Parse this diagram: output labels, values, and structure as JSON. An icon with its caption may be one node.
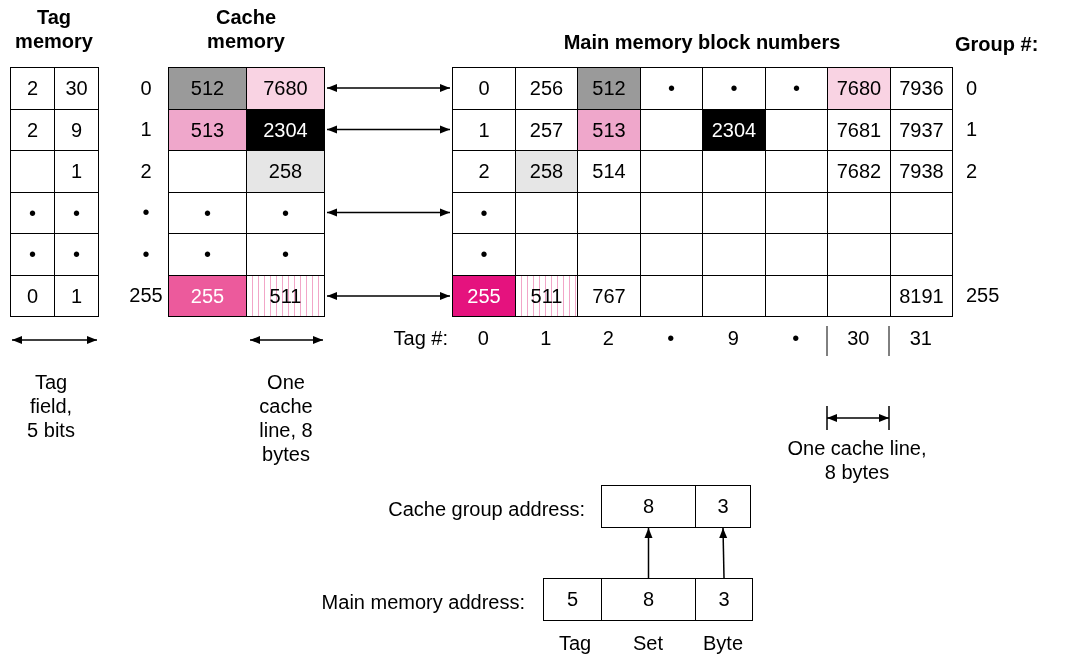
{
  "diagram": {
    "nodes": [
      {
        "text": [
          "Tag memory"
        ]
      },
      {
        "text": [
          "2"
        ],
        "in": 0
      },
      {
        "text": [
          "30"
        ],
        "in": 0
      },
      {
        "text": [
          "2"
        ],
        "in": 0
      },
      {
        "text": [
          "9"
        ],
        "in": 0
      },
      {
        "text": [],
        "shape": "box",
        "in": 0
      },
      {
        "text": [
          "1"
        ],
        "in": 0
      },
      {
        "text": [
          "•"
        ],
        "in": 0
      },
      {
        "text": [
          "•"
        ],
        "in": 0
      },
      {
        "text": [
          "•"
        ],
        "in": 0
      },
      {
        "text": [
          "•"
        ],
        "in": 0
      },
      {
        "text": [
          "0"
        ],
        "in": 0
      },
      {
        "text": [
          "1"
        ],
        "in": 0
      },
      {
        "text": [
          "Cache memory"
        ]
      },
      {
        "text": [
          "512"
        ],
        "in": 13
      },
      {
        "text": [
          "7680"
        ],
        "in": 13
      },
      {
        "text": [
          "513"
        ],
        "in": 13
      },
      {
        "text": [
          "2304"
        ],
        "in": 13
      },
      {
        "text": [],
        "shape": "box",
        "in": 13
      },
      {
        "text": [
          "258"
        ],
        "in": 13
      },
      {
        "text": [
          "•"
        ],
        "in": 13
      },
      {
        "text": [
          "•"
        ],
        "in": 13
      },
      {
        "text": [
          "•"
        ],
        "in": 13
      },
      {
        "text": [
          "•"
        ],
        "in": 13
      },
      {
        "text": [
          "255"
        ],
        "in": 13
      },
      {
        "text": [
          "511"
        ],
        "in": 13
      },
      {
        "text": [
          "Main memory block numbers"
        ]
      },
      {
        "text": [
          "0"
        ],
        "in": 26
      },
      {
        "text": [
          "256"
        ],
        "in": 26
      },
      {
        "text": [
          "512"
        ],
        "in": 26
      },
      {
        "text": [
          "•"
        ],
        "in": 26
      },
      {
        "text": [
          "•"
        ],
        "in": 26
      },
      {
        "text": [
          "•"
        ],
        "in": 26
      },
      {
        "text": [
          "7680"
        ],
        "in": 26
      },
      {
        "text": [
          "7936"
        ],
        "in": 26
      },
      {
        "text": [
          "1"
        ],
        "in": 26
      },
      {
        "text": [
          "257"
        ],
        "in": 26
      },
      {
        "text": [
          "513"
        ],
        "in": 26
      },
      {
        "text": [],
        "shape": "box",
        "in": 26
      },
      {
        "text": [
          "2304"
        ],
        "in": 26
      },
      {
        "text": [],
        "shape": "box",
        "in": 26
      },
      {
        "text": [
          "7681"
        ],
        "in": 26
      },
      {
        "text": [
          "7937"
        ],
        "in": 26
      },
      {
        "text": [
          "2"
        ],
        "in": 26
      },
      {
        "text": [
          "258"
        ],
        "in": 26
      },
      {
        "text": [
          "514"
        ],
        "in": 26
      },
      {
        "text": [],
        "shape": "box",
        "in": 26
      },
      {
        "text": [],
        "shape": "box",
        "in": 26
      },
      {
        "text": [],
        "shape": "box",
        "in": 26
      },
      {
        "text": [
          "7682"
        ],
        "in": 26
      },
      {
        "text": [
          "7938"
        ],
        "in": 26
      },
      {
        "text": [
          "•"
        ],
        "in": 26
      },
      {
        "text": [],
        "shape": "box",
        "in": 26
      },
      {
        "text": [],
        "shape": "box",
        "in": 26
      },
      {
        "text": [],
        "shape": "box",
        "in": 26
      },
      {
        "text": [],
        "shape": "box",
        "in": 26
      },
      {
        "text": [],
        "shape": "box",
        "in": 26
      },
      {
        "text": [],
        "shape": "box",
        "in": 26
      },
      {
        "text": [],
        "shape": "box",
        "in": 26
      },
      {
        "text": [
          "•"
        ],
        "in": 26
      },
      {
        "text": [],
        "shape": "box",
        "in": 26
      },
      {
        "text": [],
        "shape": "box",
        "in": 26
      },
      {
        "text": [],
        "shape": "box",
        "in": 26
      },
      {
        "text": [],
        "shape": "box",
        "in": 26
      },
      {
        "text": [],
        "shape": "box",
        "in": 26
      },
      {
        "text": [],
        "shape": "box",
        "in": 26
      },
      {
        "text": [],
        "shape": "box",
        "in": 26
      },
      {
        "text": [
          "255"
        ],
        "in": 26
      },
      {
        "text": [
          "511"
        ],
        "in": 26
      },
      {
        "text": [
          "767"
        ],
        "in": 26
      },
      {
        "text": [],
        "shape": "box",
        "in": 26
      },
      {
        "text": [],
        "shape": "box",
        "in": 26
      },
      {
        "text": [],
        "shape": "box",
        "in": 26
      },
      {
        "text": [],
        "shape": "box",
        "in": 26
      },
      {
        "text": [
          "8191"
        ],
        "in": 26
      },
      {
        "text": [
          "8"
        ]
      },
      {
        "text": [
          "3"
        ]
      },
      {
        "text": [
          "5"
        ]
      },
      {
        "text": [
          "8"
        ]
      },
      {
        "text": [
          "3"
        ]
      }
    ],
    "edges": [
      {
        "from": 15,
        "to": 27,
        "arrow": "both"
      },
      {
        "from": 17,
        "to": 35,
        "arrow": "both"
      },
      {
        "from": 21,
        "to": 51,
        "arrow": "both"
      },
      {
        "from": 25,
        "to": 67,
        "arrow": "both"
      },
      {
        "from": 78,
        "to": 75,
        "arrow": "to"
      },
      {
        "from": 79,
        "to": 76,
        "arrow": "to"
      }
    ],
    "labels": [
      "Group #:",
      "0",
      "1",
      "2",
      "•",
      "•",
      "255",
      "0",
      "1",
      "2",
      "255",
      "Tag #:",
      "0",
      "1",
      "2",
      "•",
      "9",
      "•",
      "30",
      "31",
      "Tag field, 5 bits",
      "One cache line, 8 bytes",
      "One cache line, 8 bytes",
      "Cache group address:",
      "Main memory address:",
      "Tag",
      "Set",
      "Byte"
    ]
  }
}
